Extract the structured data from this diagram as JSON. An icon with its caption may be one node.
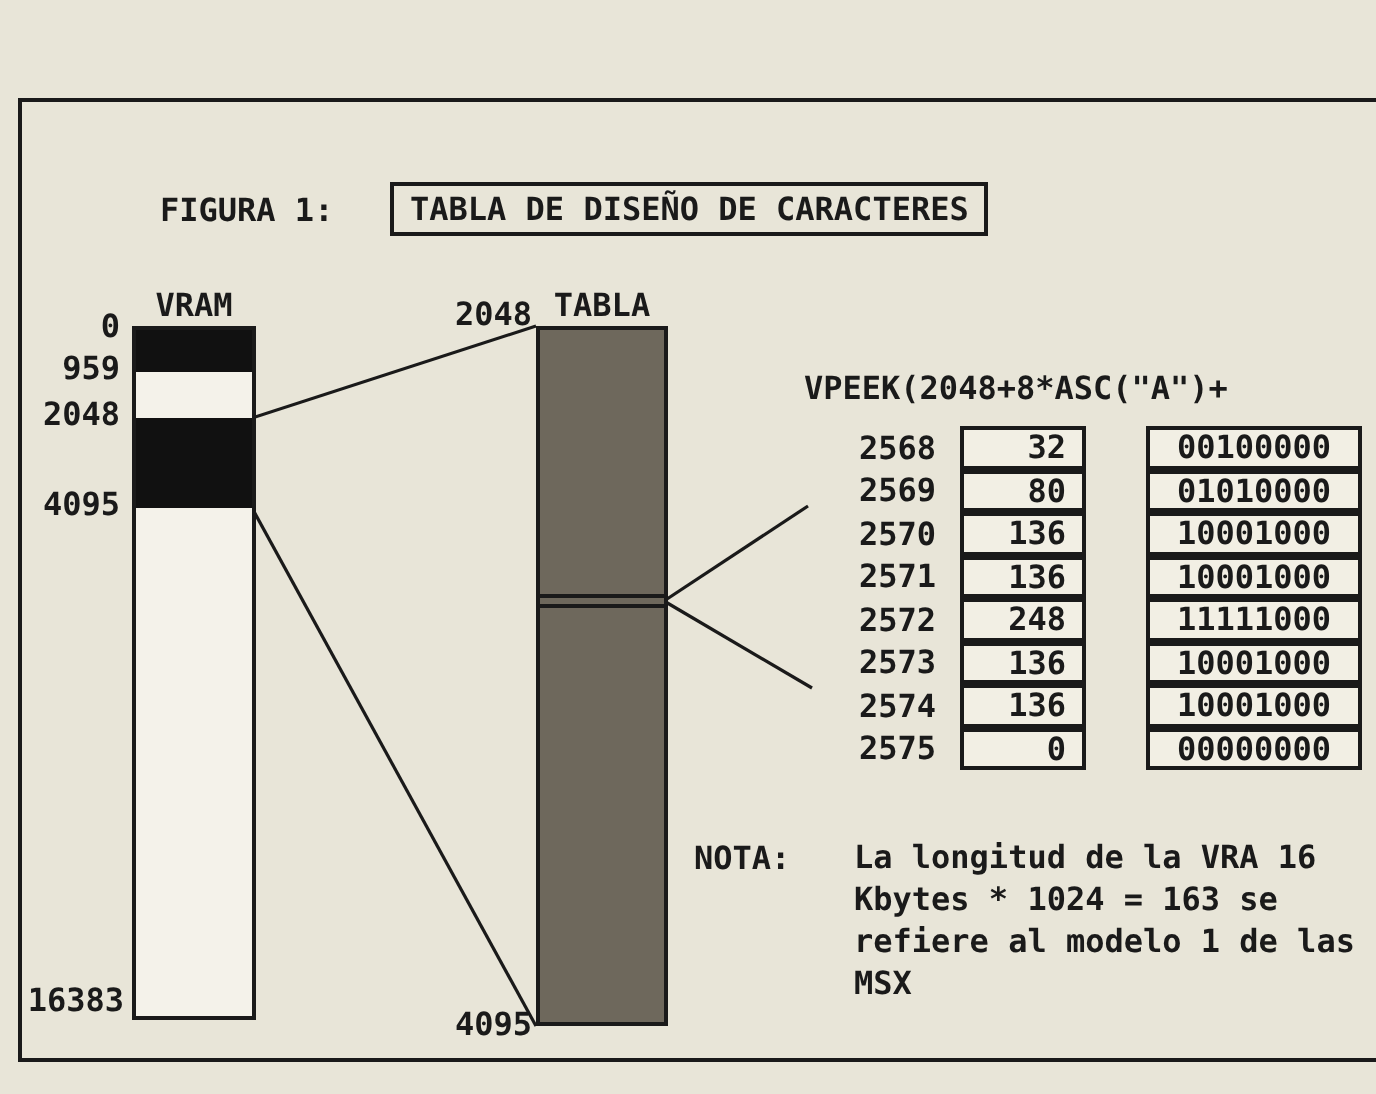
{
  "diagram": {
    "title": "TABLA DE DISEÑO DE CARACTERES",
    "nodes": [
      {
        "text": [
          "VRAM"
        ]
      },
      {
        "text": [],
        "shape": "bar",
        "in": 0
      },
      {
        "text": [
          "TABLA"
        ]
      },
      {
        "text": [],
        "shape": "bar",
        "in": 2
      }
    ],
    "edges": [
      {
        "from": 1,
        "to": 2,
        "arrow": "none"
      },
      {
        "from": 1,
        "to": 2,
        "arrow": "none"
      },
      {
        "from": 3,
        "to": null,
        "arrow": "none"
      },
      {
        "from": 3,
        "to": null,
        "arrow": "none"
      }
    ],
    "labels": [
      "FIGURA 1:",
      "0",
      "959",
      "2048",
      "4095",
      "16383",
      "2048",
      "4095",
      "VPEEK(2048+8*ASC(\"A\")+",
      "2568",
      "32",
      "00100000",
      "2569",
      "80",
      "01010000",
      "2570",
      "136",
      "10001000",
      "2571",
      "136",
      "10001000",
      "2572",
      "248",
      "11111000",
      "2573",
      "136",
      "10001000",
      "2574",
      "136",
      "10001000",
      "2575",
      "0",
      "00000000",
      "NOTA:",
      "La longitud de la VRA 16 Kbytes * 1024 = 163 se refiere al modelo 1 de las MSX"
    ]
  }
}
